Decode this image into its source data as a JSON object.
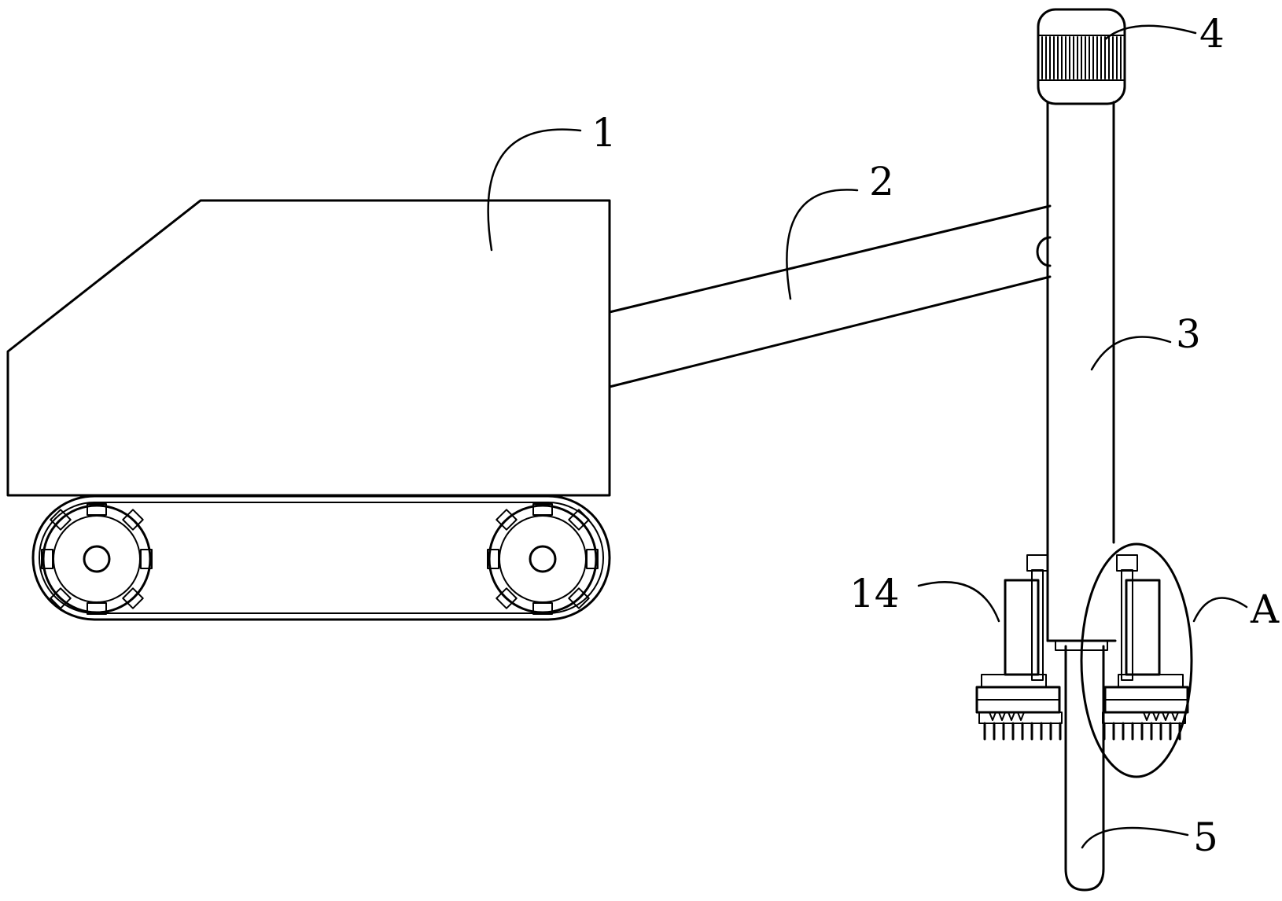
{
  "diagram": {
    "line_color": "#000000",
    "background": "#ffffff",
    "labels": {
      "body": "1",
      "arm": "2",
      "column": "3",
      "motor": "4",
      "drill": "5",
      "clamp": "14",
      "detail": "A"
    }
  }
}
